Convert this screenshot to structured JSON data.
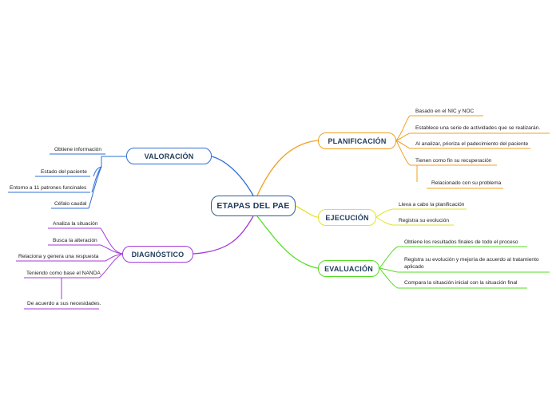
{
  "central": "ETAPAS DEL PAE",
  "branches": {
    "valoracion": {
      "label": "VALORACIÓN",
      "color": "#2f6fd6",
      "items": [
        "Obtiene información",
        "Estado del paciente",
        "Entorno a 11 patrones funcinales",
        "Céfalo caudal"
      ]
    },
    "diagnostico": {
      "label": "DIAGNÓSTICO",
      "color": "#a43ad8",
      "items": [
        "Analiza la situación",
        "Busca la alteración",
        "Relaciona y genera una respuesta",
        "Teniendo como base el NANDA"
      ],
      "sub_items": [
        "De acuerdo a sus necesidades."
      ]
    },
    "planificacion": {
      "label": "PLANIFICACIÓN",
      "color": "#f0a020",
      "items": [
        "Basado en el NIC y NOC",
        "Establece una serie de actividades que se realizarán.",
        "Al analizar, prioriza el padecimiento del paciente",
        "Tienen como fin su recuperación"
      ],
      "sub_items": [
        "Relacionado con su problema"
      ]
    },
    "ejecucion": {
      "label": "EJECUCIÓN",
      "color": "#e2e230",
      "items": [
        "Lleva a cabo la planificación",
        "Registra su evolución"
      ]
    },
    "evaluacion": {
      "label": "EVALUACIÓN",
      "color": "#55dd22",
      "items": [
        "Obtiene los resultados finales de todo el proceso",
        "Registra su evolución y mejoría de acuerdo al tratamiento aplicado",
        "Compara la situación inicial con la situación final"
      ]
    }
  }
}
